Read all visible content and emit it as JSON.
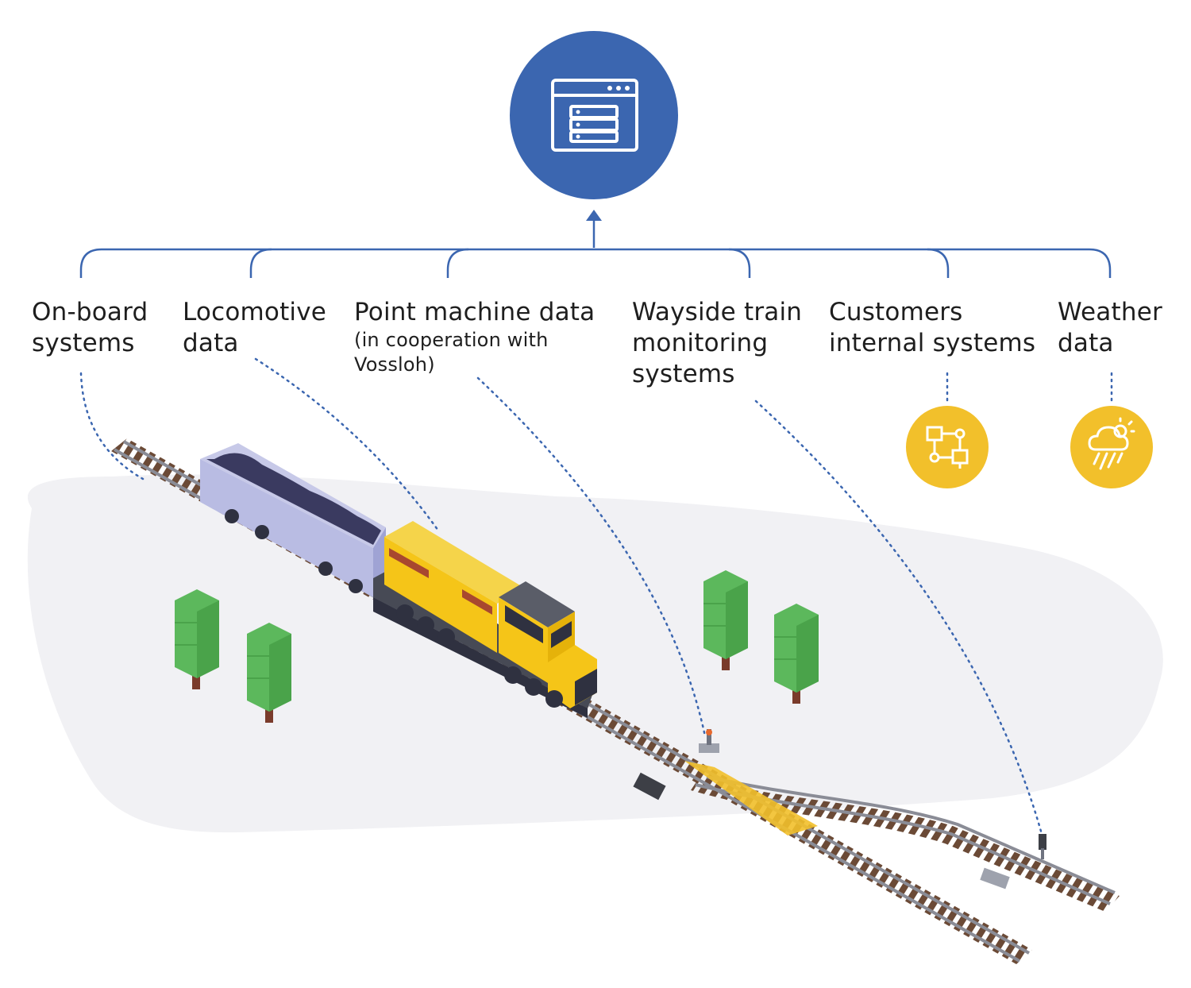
{
  "hub": {
    "icon": "browser-server-window-icon",
    "color": "#3b66b0"
  },
  "sources": [
    {
      "id": "on-board",
      "title": "On-board systems",
      "lines": [
        "On-board",
        "systems"
      ]
    },
    {
      "id": "locomotive",
      "title": "Locomotive data",
      "lines": [
        "Locomotive",
        "data"
      ]
    },
    {
      "id": "point-machine",
      "title": "Point machine data",
      "lines": [
        "Point machine data"
      ],
      "note_lines": [
        "(in cooperation with",
        "Vossloh)"
      ]
    },
    {
      "id": "wayside",
      "title": "Wayside train monitoring systems",
      "lines": [
        "Wayside train",
        "monitoring",
        "systems"
      ]
    },
    {
      "id": "customers",
      "title": "Customers internal systems",
      "lines": [
        "Customers",
        "internal systems"
      ],
      "icon": "network-flow-icon"
    },
    {
      "id": "weather",
      "title": "Weather data",
      "lines": [
        "Weather",
        "data"
      ],
      "icon": "weather-cloud-rain-sun-icon"
    }
  ],
  "colors": {
    "hub": "#3b66b0",
    "connector": "#3b66b0",
    "badge": "#f2c02b",
    "ground": "#f1f1f4",
    "tree": "#5cb85c",
    "locomotive": "#f5c518"
  }
}
